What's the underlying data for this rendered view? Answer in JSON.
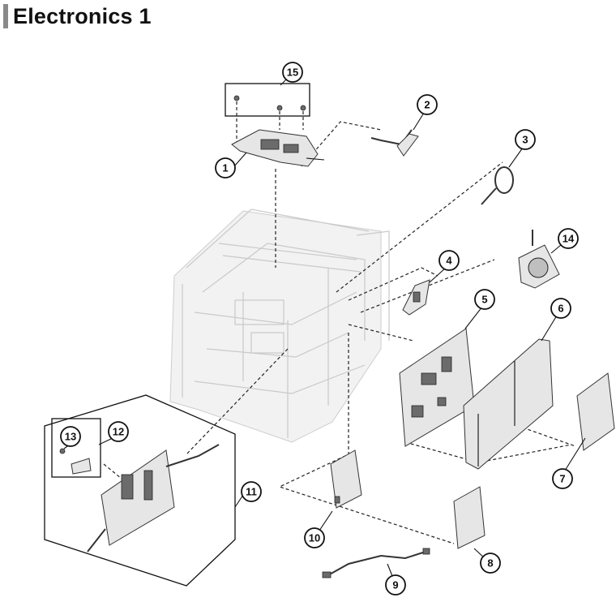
{
  "title": "Electronics 1",
  "callouts": [
    "1",
    "2",
    "3",
    "4",
    "5",
    "6",
    "7",
    "8",
    "9",
    "10",
    "11",
    "12",
    "13",
    "14",
    "15"
  ]
}
